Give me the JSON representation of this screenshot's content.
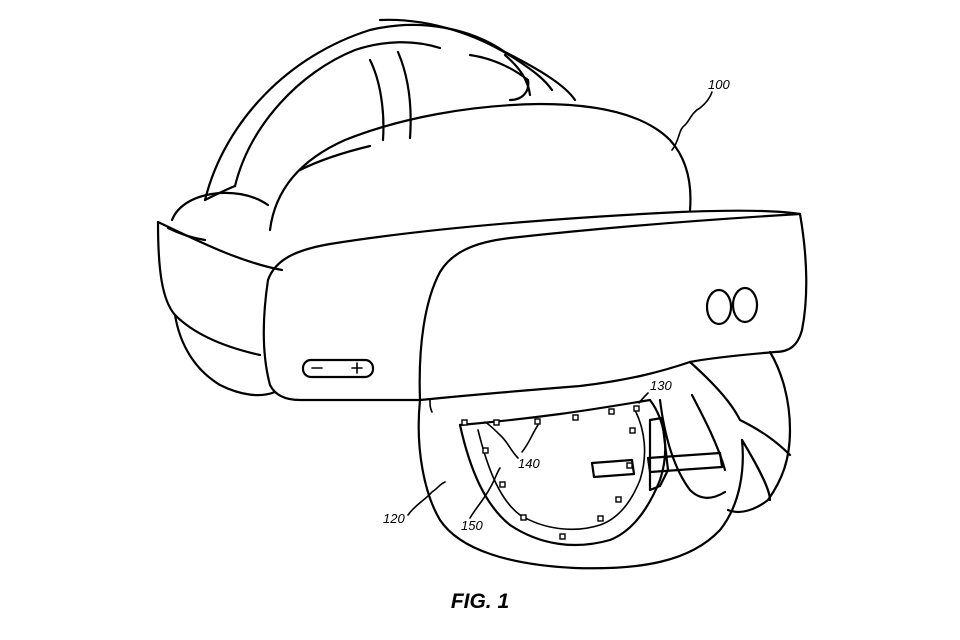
{
  "figure": {
    "caption": "FIG. 1",
    "labels": {
      "device": "100",
      "face_interface": "120",
      "sensor_a": "130",
      "sensor_b": "140",
      "sensor_c": "150"
    }
  },
  "device": {
    "control_minus": "−",
    "control_plus": "+"
  }
}
